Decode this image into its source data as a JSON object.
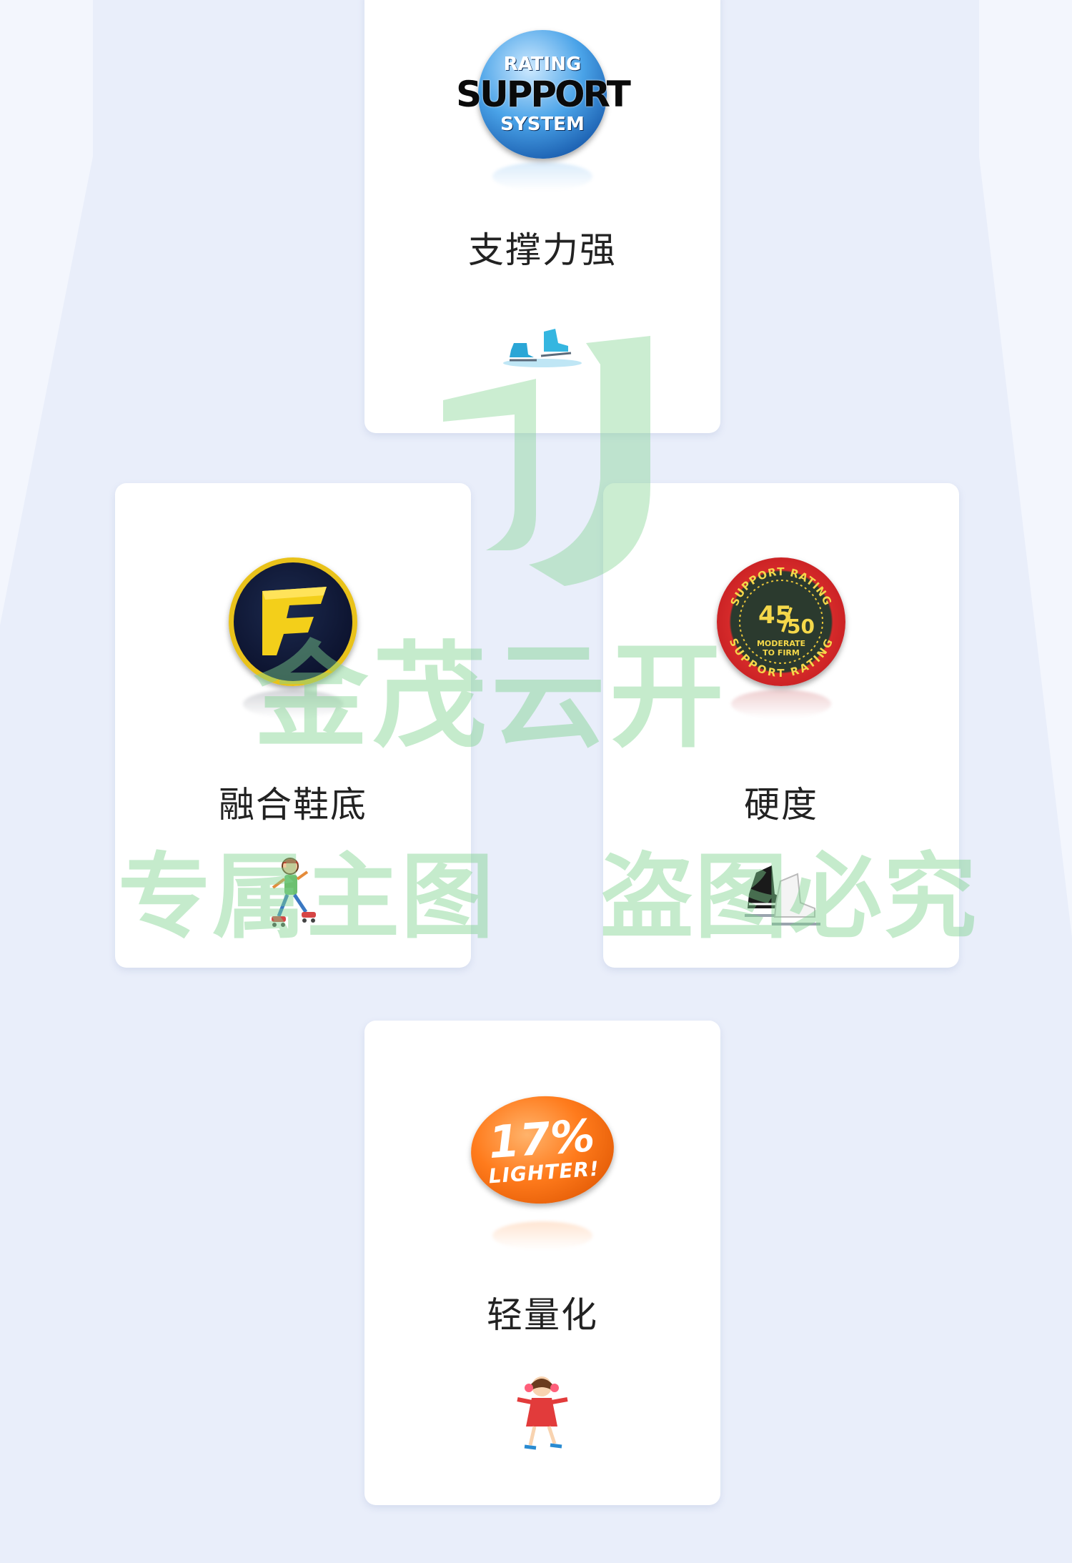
{
  "cards": [
    {
      "title": "支撑力强",
      "badge": {
        "icon": "support-rating-badge",
        "line1": "RATING",
        "line2": "SUPPORT",
        "line3": "SYSTEM"
      },
      "figure_icon": "ice-skates-icon"
    },
    {
      "title": "融合鞋底",
      "badge": {
        "icon": "f-logo-badge"
      },
      "figure_icon": "skating-kid-icon"
    },
    {
      "title": "硬度",
      "badge": {
        "icon": "support-rating-45-50-badge",
        "ring_top": "SUPPORT RATING",
        "score_num": "45",
        "score_den": "50",
        "note_line1": "MODERATE",
        "note_line2": "TO FIRM",
        "ring_bottom": "SUPPORT RATING"
      },
      "figure_icon": "figure-skates-icon"
    },
    {
      "title": "轻量化",
      "badge": {
        "icon": "lighter-badge",
        "pct": "17%",
        "label": "LIGHTER!"
      },
      "figure_icon": "skating-girl-icon"
    }
  ],
  "watermark": {
    "brand": "金茂云开",
    "left": "专属主图",
    "right": "盗图必究"
  },
  "colors": {
    "background": "#e9eefa",
    "card": "#ffffff",
    "watermark": "#7fd38f"
  }
}
